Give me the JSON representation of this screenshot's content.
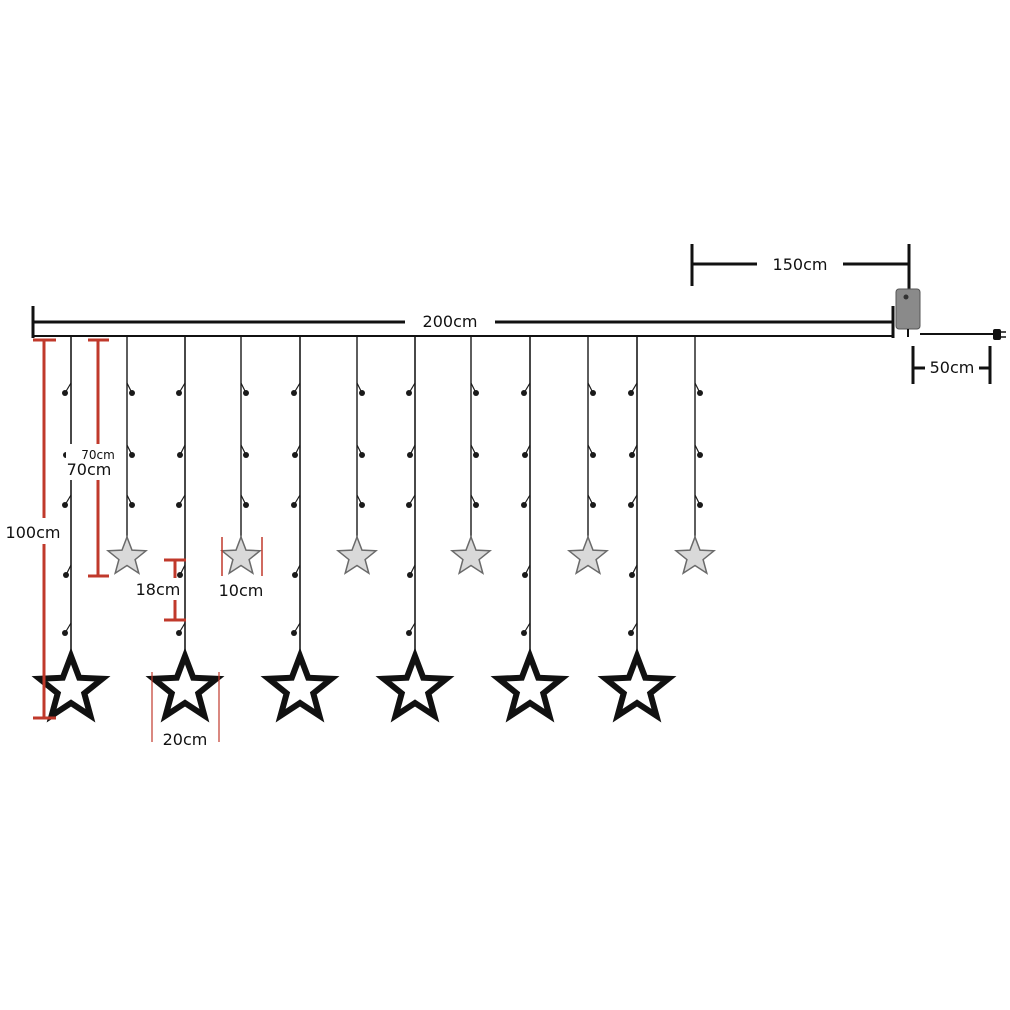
{
  "dimensions": {
    "total_width": "200cm",
    "lead_cable": "150cm",
    "plug_cable": "50cm",
    "drop_100": "100cm",
    "drop_70": "70cm",
    "drop_70_faint": "70cm",
    "bead_spacing": "18cm",
    "small_star": "10cm",
    "large_star": "20cm"
  },
  "colors": {
    "wire": "#1a1a1a",
    "large_star_stroke": "#111111",
    "small_star_fill": "#d9d9d9",
    "small_star_stroke": "#6a6a6a",
    "dimension_line": "#111111",
    "red_marker": "#c0392b",
    "controller": "#8a8a8a"
  }
}
